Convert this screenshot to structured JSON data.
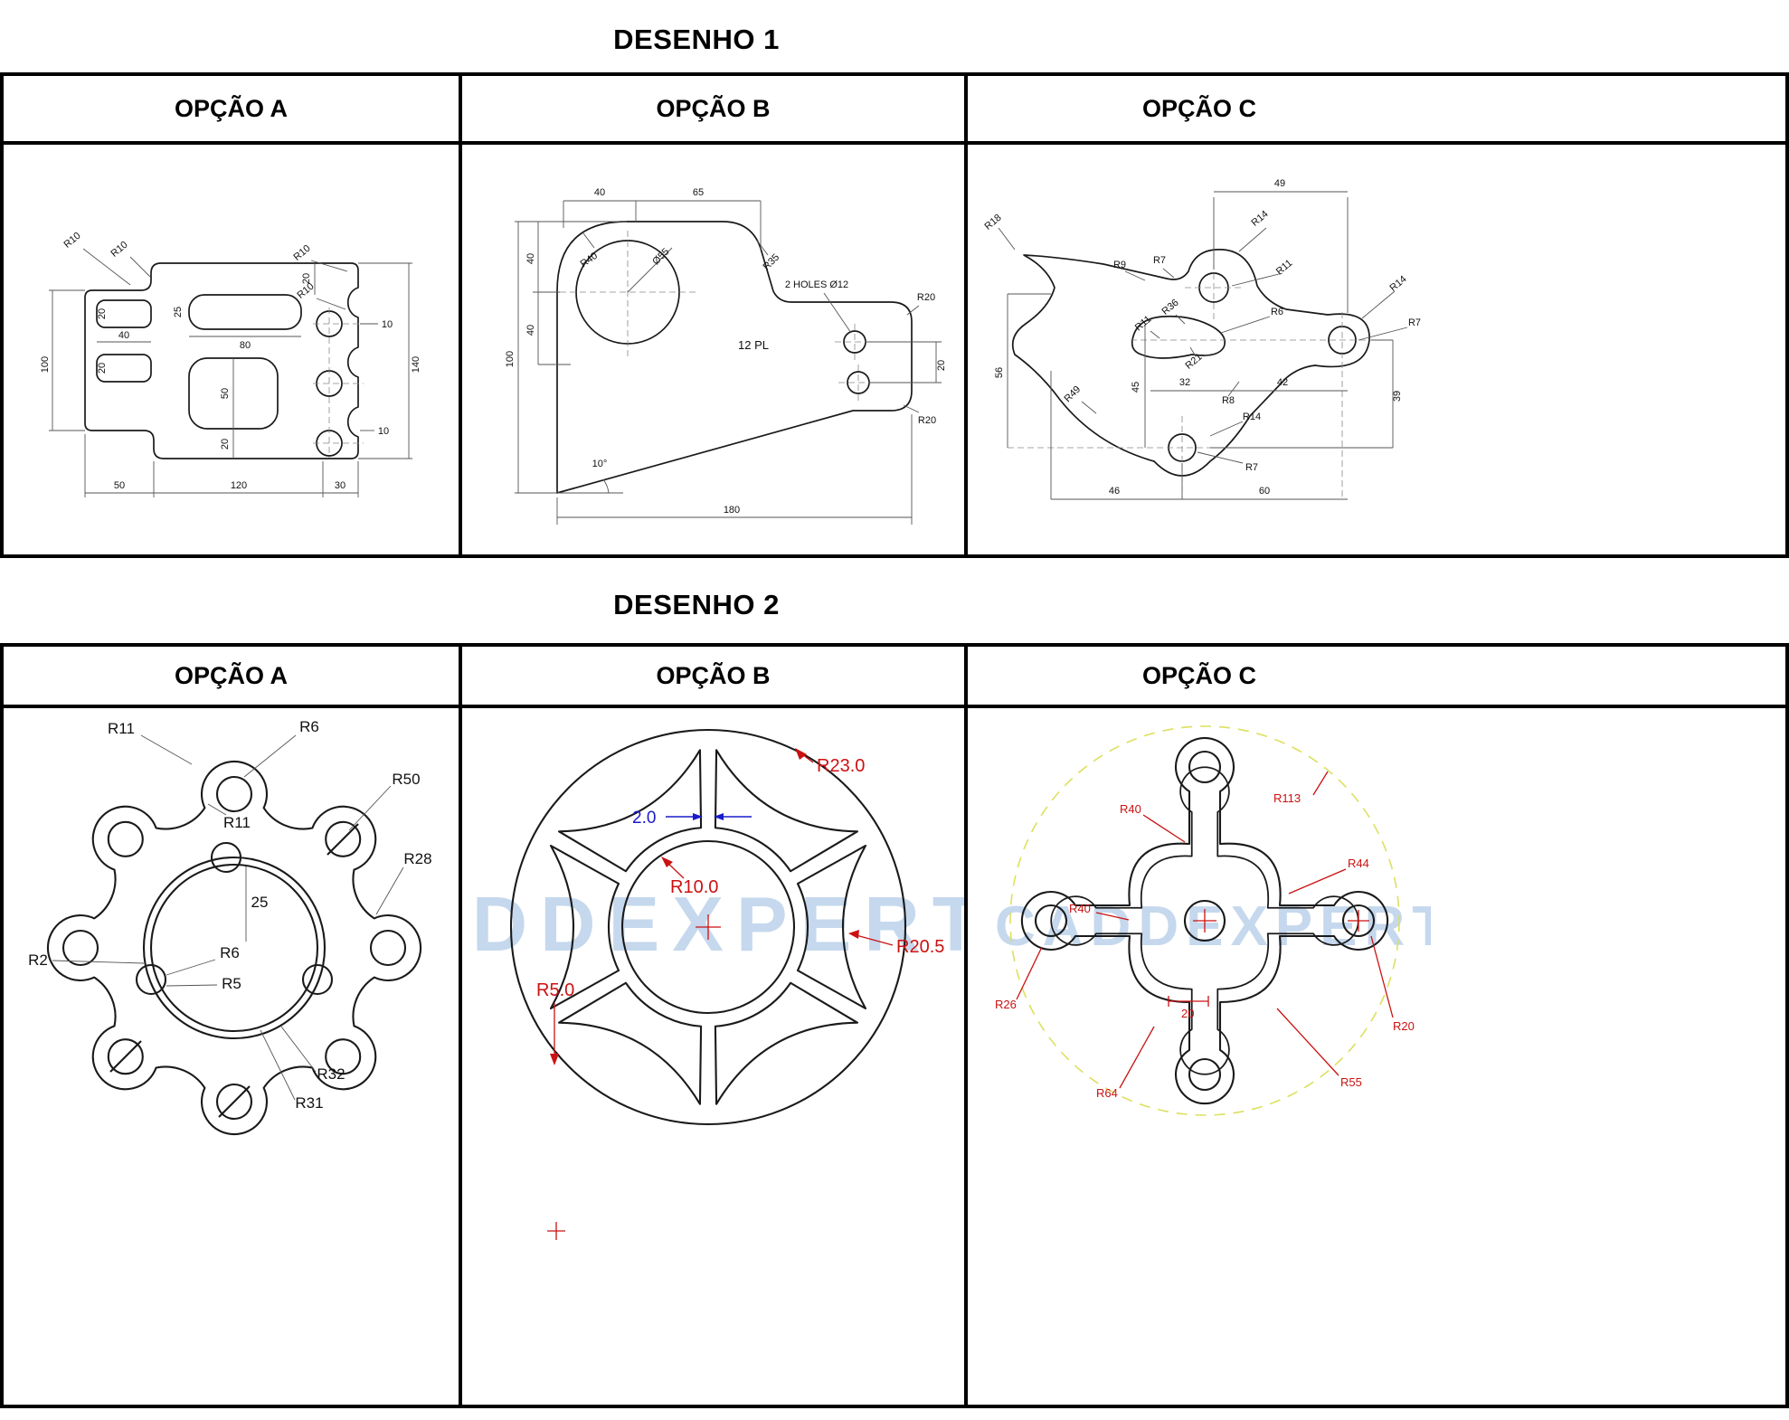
{
  "colors": {
    "line": "#1a1a1a",
    "dimension": "#555555",
    "red_accent": "#cc1111",
    "blue_accent": "#1a1acc",
    "yellow_dashed": "#dde05e",
    "watermark": "#b7cfe9"
  },
  "watermark": {
    "text": "CADDEXPERT"
  },
  "sections": {
    "d1": {
      "title": "DESENHO 1",
      "optionA": "OPÇÃO A",
      "optionB": "OPÇÃO B",
      "optionC": "OPÇÃO C"
    },
    "d2": {
      "title": "DESENHO 2",
      "optionA": "OPÇÃO A",
      "optionB": "OPÇÃO B",
      "optionC": "OPÇÃO C"
    }
  },
  "d1a": {
    "labels": {
      "r10_notch": "R10",
      "r10_corner": "R10",
      "r10_topright": "R10",
      "r10_scallop": "R10",
      "h100": "100",
      "h140": "140",
      "w50": "50",
      "w120": "120",
      "w30": "30",
      "slot_offset": "20",
      "slot_h": "25",
      "slot_w": "80",
      "rect_h_top": "20",
      "rect_w": "40",
      "rect_h_bot": "20",
      "mid_h": "50",
      "bot_offset": "20",
      "notch_a": "10",
      "notch_b": "10"
    }
  },
  "d1b": {
    "labels": {
      "top_a": "40",
      "top_b": "65",
      "left_h": "100",
      "left_a": "40",
      "left_b": "40",
      "corner": "R40",
      "bore": "Ø55",
      "arc": "R35",
      "holes": "2 HOLES Ø12",
      "thick": "12 PL",
      "r20_top": "R20",
      "r20_bot": "R20",
      "pitch": "20",
      "width": "180",
      "angle": "10°"
    }
  },
  "d1c": {
    "labels": {
      "top49": "49",
      "r18": "R18",
      "r9": "R9",
      "r7a": "R7",
      "r14a": "R14",
      "r11a": "R11",
      "r14b": "R14",
      "r7b": "R7",
      "r6": "R6",
      "r11b": "R11",
      "r36": "R36",
      "r21": "R21",
      "left56": "56",
      "v45": "45",
      "h32": "32",
      "h42": "42",
      "right39": "39",
      "r49": "R49",
      "r8": "R8",
      "r14c": "R14",
      "r7c": "R7",
      "b46": "46",
      "b60": "60"
    }
  },
  "d2a": {
    "labels": {
      "r11a": "R11",
      "r6a": "R6",
      "r50": "R50",
      "r11b": "R11",
      "r28": "R28",
      "d25": "25",
      "r2": "R2",
      "r6b": "R6",
      "r5": "R5",
      "r32": "R32",
      "r31": "R31"
    }
  },
  "d2b": {
    "labels": {
      "r23": "R23.0",
      "gap": "2.0",
      "r10": "R10.0",
      "r5": "R5.0",
      "r205": "R20.5"
    }
  },
  "d2c": {
    "labels": {
      "r40a": "R40",
      "r113": "R113",
      "r44": "R44",
      "r40b": "R40",
      "r26": "R26",
      "d20": "20",
      "r20": "R20",
      "r64": "R64",
      "r55": "R55"
    }
  }
}
